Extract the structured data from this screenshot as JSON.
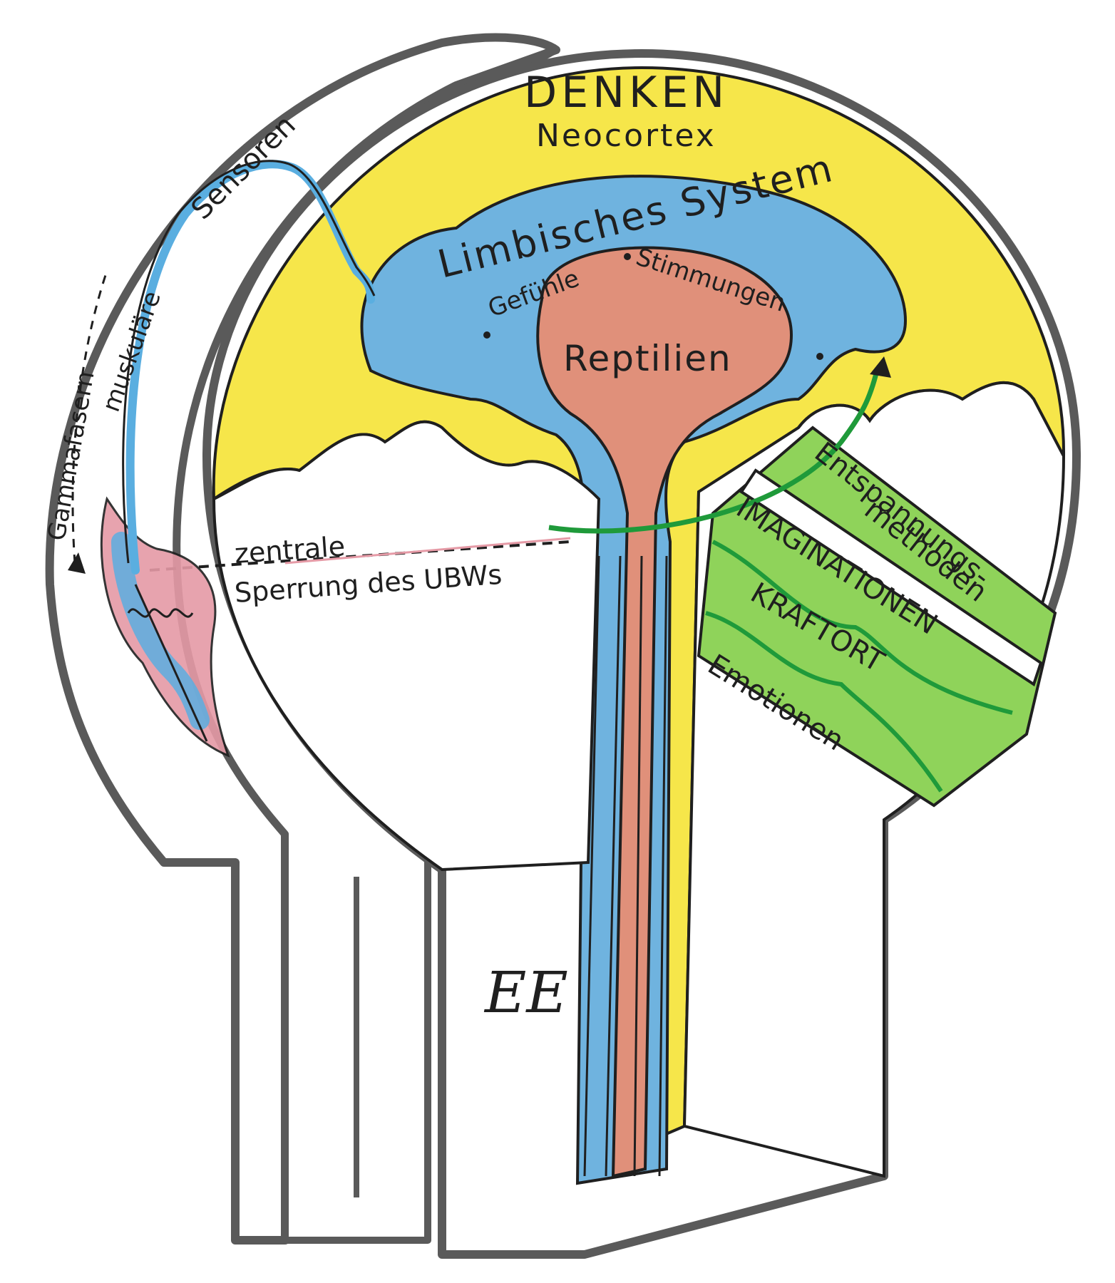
{
  "labels": {
    "denken": "DENKEN",
    "neocortex": "Neocortex",
    "limbisch": "Limbisches System",
    "gefuehle": "Gefühle",
    "stimmungen": "Stimmungen",
    "reptilien": "Reptilien",
    "entspannung_1": "Entspannungs-",
    "entspannung_2": "methoden",
    "imaginationen": "IMAGINATIONEN",
    "kraftort": "KRAFTORT",
    "emotionen": "Emotionen",
    "zentrale": "zentrale",
    "sperrung": "Sperrung des UBWs",
    "gammafasern": "Gammafasern",
    "muskulaere": "muskuläre",
    "sensoren": "Sensoren",
    "signature": "EE"
  },
  "colors": {
    "outline": "#5a5a5a",
    "ink": "#1f1f1f",
    "neocortex": "#f6e64a",
    "limbic": "#6fb3df",
    "reptile": "#e0907a",
    "green_band": "#8fd35a",
    "green_line": "#1f9a3a",
    "spindle_red": "#e59aa6",
    "blue_fiber": "#5aaee0",
    "white": "#ffffff"
  }
}
